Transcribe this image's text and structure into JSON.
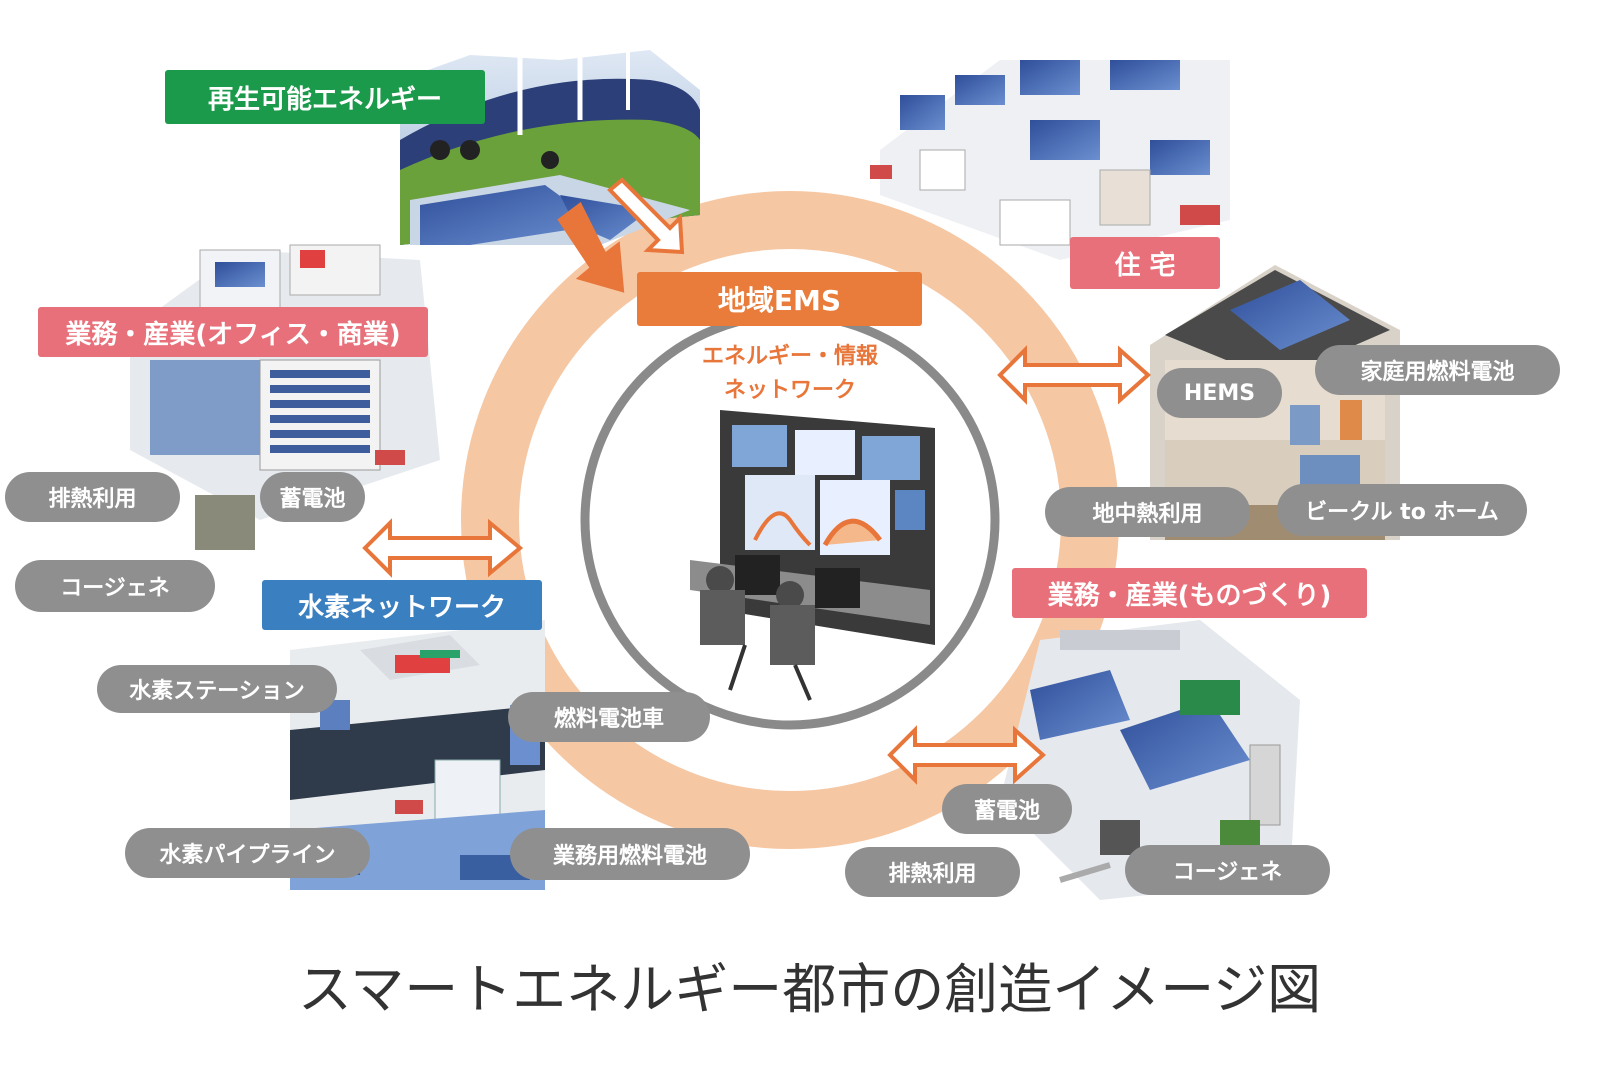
{
  "categories": {
    "renewable": "再生可能エネルギー",
    "housing": "住 宅",
    "business_office": "業務・産業(オフィス・商業)",
    "hydrogen_network": "水素ネットワーク",
    "business_manufacturing": "業務・産業(ものづくり)",
    "regional_ems": "地域EMS"
  },
  "center": {
    "line1": "エネルギー・情報",
    "line2": "ネットワーク"
  },
  "pills": {
    "office_waste_heat": "排熱利用",
    "office_battery": "蓄電池",
    "office_cogen": "コージェネ",
    "hems": "HEMS",
    "home_fuel_cell": "家庭用燃料電池",
    "geothermal": "地中熱利用",
    "v2h": "ビークル to ホーム",
    "h2_station": "水素ステーション",
    "fcv": "燃料電池車",
    "h2_pipeline": "水素パイプライン",
    "commercial_fuel_cell": "業務用燃料電池",
    "mfg_battery": "蓄電池",
    "mfg_waste_heat": "排熱利用",
    "mfg_cogen": "コージェネ"
  },
  "caption": "スマートエネルギー都市の創造イメージ図",
  "colors": {
    "ring": "#f6c7a3",
    "inner_ring": "#8a8a8a",
    "arrow": "#e8763a",
    "green": "#1a9a4a",
    "red": "#e8707a",
    "blue": "#3a7fc0",
    "orange": "#e97c3a",
    "pill": "#8f8f8f"
  }
}
